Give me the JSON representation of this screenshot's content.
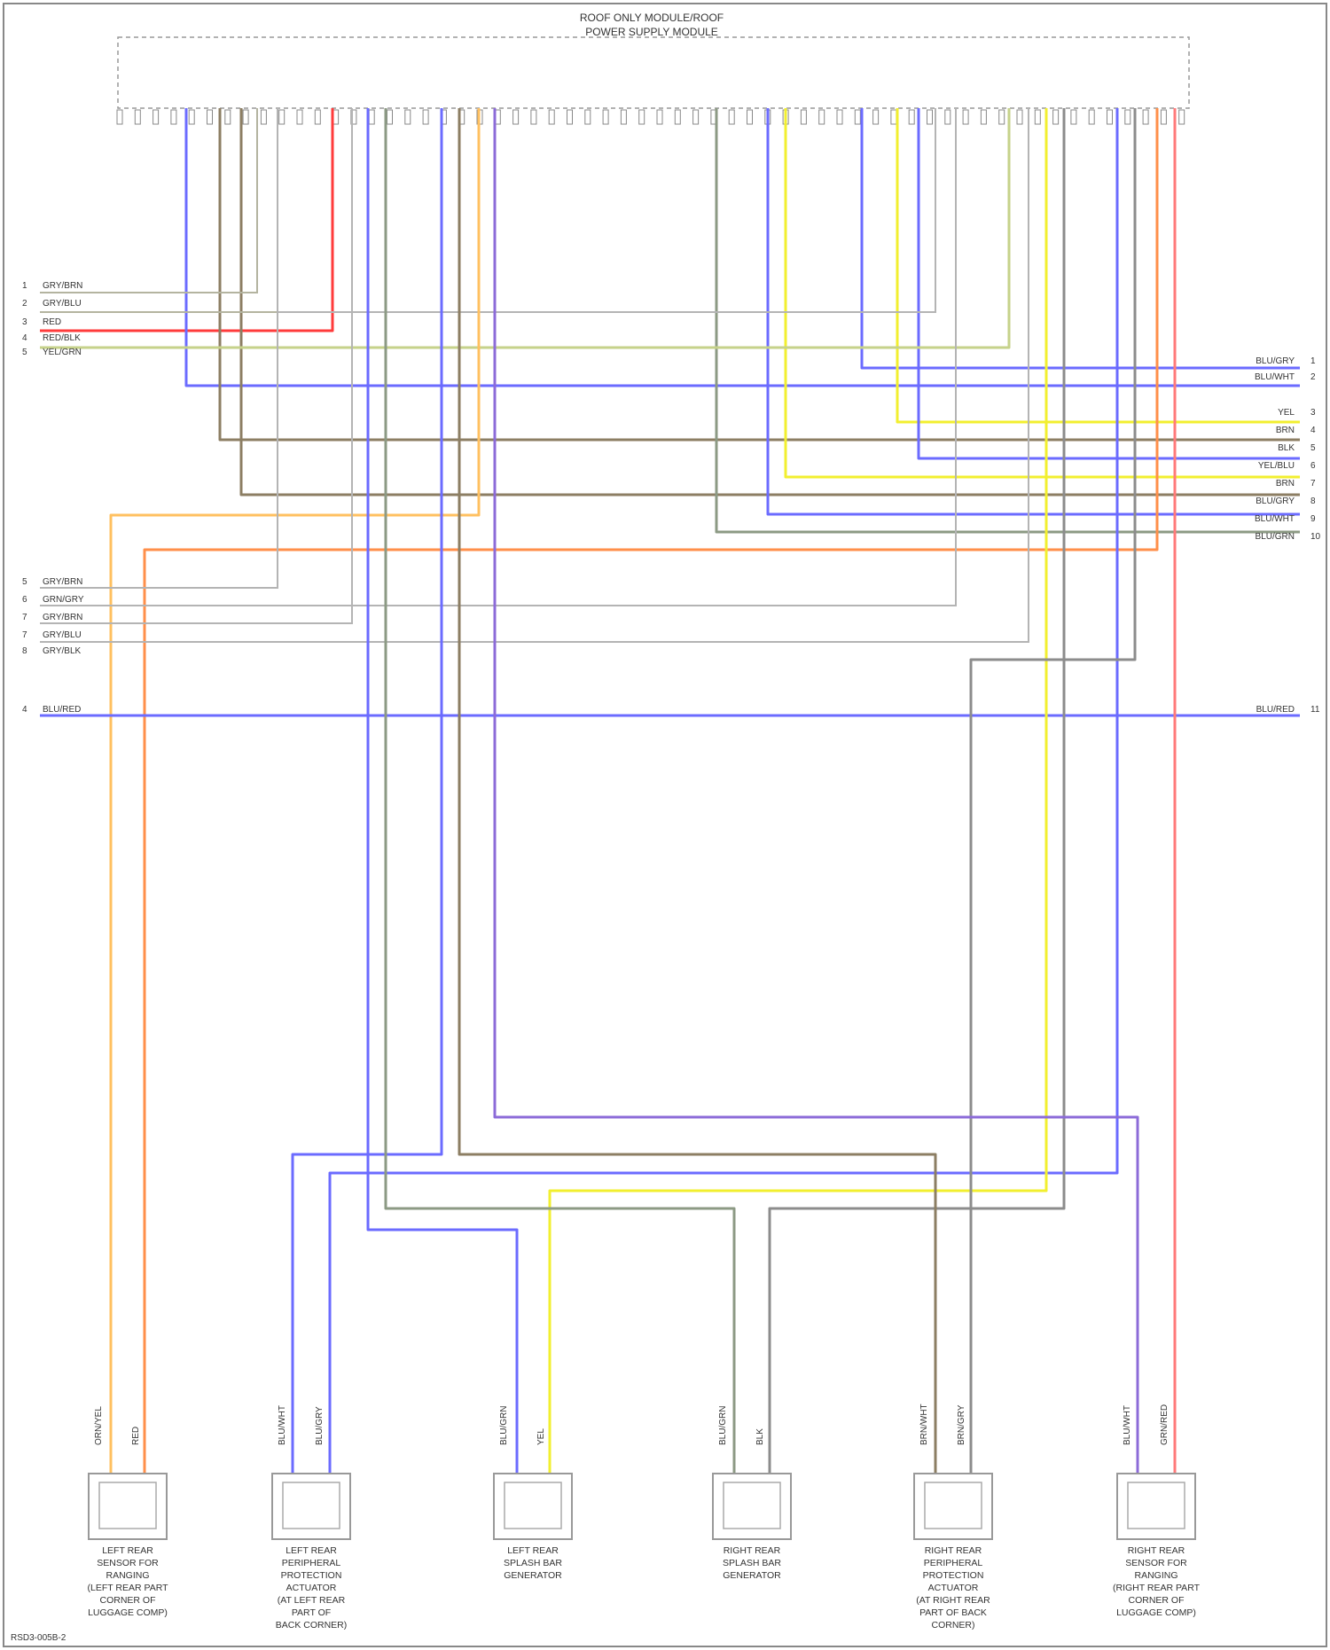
{
  "module": {
    "title_line1": "ROOF ONLY MODULE/ROOF",
    "title_line2": "POWER SUPPLY MODULE"
  },
  "left_connectors_upper": [
    {
      "pin": "1",
      "label": "GRY/BRN"
    },
    {
      "pin": "2",
      "label": "GRY/BLU"
    },
    {
      "pin": "3",
      "label": "RED"
    },
    {
      "pin": "4",
      "label": "RED/BLK"
    },
    {
      "pin": "5",
      "label": "YEL/GRN"
    }
  ],
  "left_connectors_lower": [
    {
      "pin": "5",
      "label": "GRY/BRN"
    },
    {
      "pin": "6",
      "label": "GRN/GRY"
    },
    {
      "pin": "7",
      "label": "GRY/BRN"
    },
    {
      "pin": "7",
      "label": "GRY/BLU"
    },
    {
      "pin": "8",
      "label": "GRY/BLK"
    }
  ],
  "left_ground": {
    "pin": "4",
    "label": "BLU/RED"
  },
  "right_connectors_upper": [
    {
      "pin": "1",
      "label": "BLU/GRY"
    },
    {
      "pin": "2",
      "label": "BLU/WHT"
    }
  ],
  "right_connectors_lower": [
    {
      "pin": "3",
      "label": "YEL"
    },
    {
      "pin": "4",
      "label": "BRN"
    },
    {
      "pin": "5",
      "label": "BLK"
    },
    {
      "pin": "6",
      "label": "YEL/BLU"
    },
    {
      "pin": "7",
      "label": "BRN"
    },
    {
      "pin": "8",
      "label": "BLU/GRY"
    },
    {
      "pin": "9",
      "label": "BLU/WHT"
    },
    {
      "pin": "10",
      "label": "BLU/GRN"
    }
  ],
  "right_ground": {
    "pin": "11",
    "label": "BLU/RED"
  },
  "components": [
    {
      "name_lines": [
        "LEFT REAR",
        "SENSOR FOR",
        "RANGING",
        "(LEFT REAR PART",
        "CORNER OF",
        "LUGGAGE COMP)"
      ],
      "wire_labels": [
        "ORN/YEL",
        "RED"
      ]
    },
    {
      "name_lines": [
        "LEFT REAR",
        "PERIPHERAL",
        "PROTECTION",
        "ACTUATOR",
        "(AT LEFT REAR",
        "PART OF",
        "BACK CORNER)"
      ],
      "wire_labels": [
        "BLU/WHT",
        "BLU/GRY"
      ]
    },
    {
      "name_lines": [
        "LEFT REAR",
        "SPLASH BAR",
        "GENERATOR"
      ],
      "wire_labels": [
        "BLU/GRN",
        "YEL"
      ]
    },
    {
      "name_lines": [
        "RIGHT REAR",
        "SPLASH BAR",
        "GENERATOR"
      ],
      "wire_labels": [
        "BLU/GRN",
        "BLK"
      ]
    },
    {
      "name_lines": [
        "RIGHT REAR",
        "PERIPHERAL",
        "PROTECTION",
        "ACTUATOR",
        "(AT RIGHT REAR",
        "PART OF BACK",
        "CORNER)"
      ],
      "wire_labels": [
        "BRN/WHT",
        "BRN/GRY"
      ]
    },
    {
      "name_lines": [
        "RIGHT REAR",
        "SENSOR FOR",
        "RANGING",
        "(RIGHT REAR PART",
        "CORNER OF",
        "LUGGAGE COMP)"
      ],
      "wire_labels": [
        "BLU/WHT",
        "GRN/RED"
      ]
    }
  ],
  "footer": {
    "code": "RSD3-005B-2"
  },
  "colors": {
    "red": "#ff3b3b",
    "blue": "#5b5bff",
    "yellow": "#f2ef2f",
    "orange": "#ffa640",
    "brown": "#8c7e63",
    "gray": "#9a9a9a",
    "gray_green": "#8c9a84",
    "pink": "#ff7a7a"
  }
}
